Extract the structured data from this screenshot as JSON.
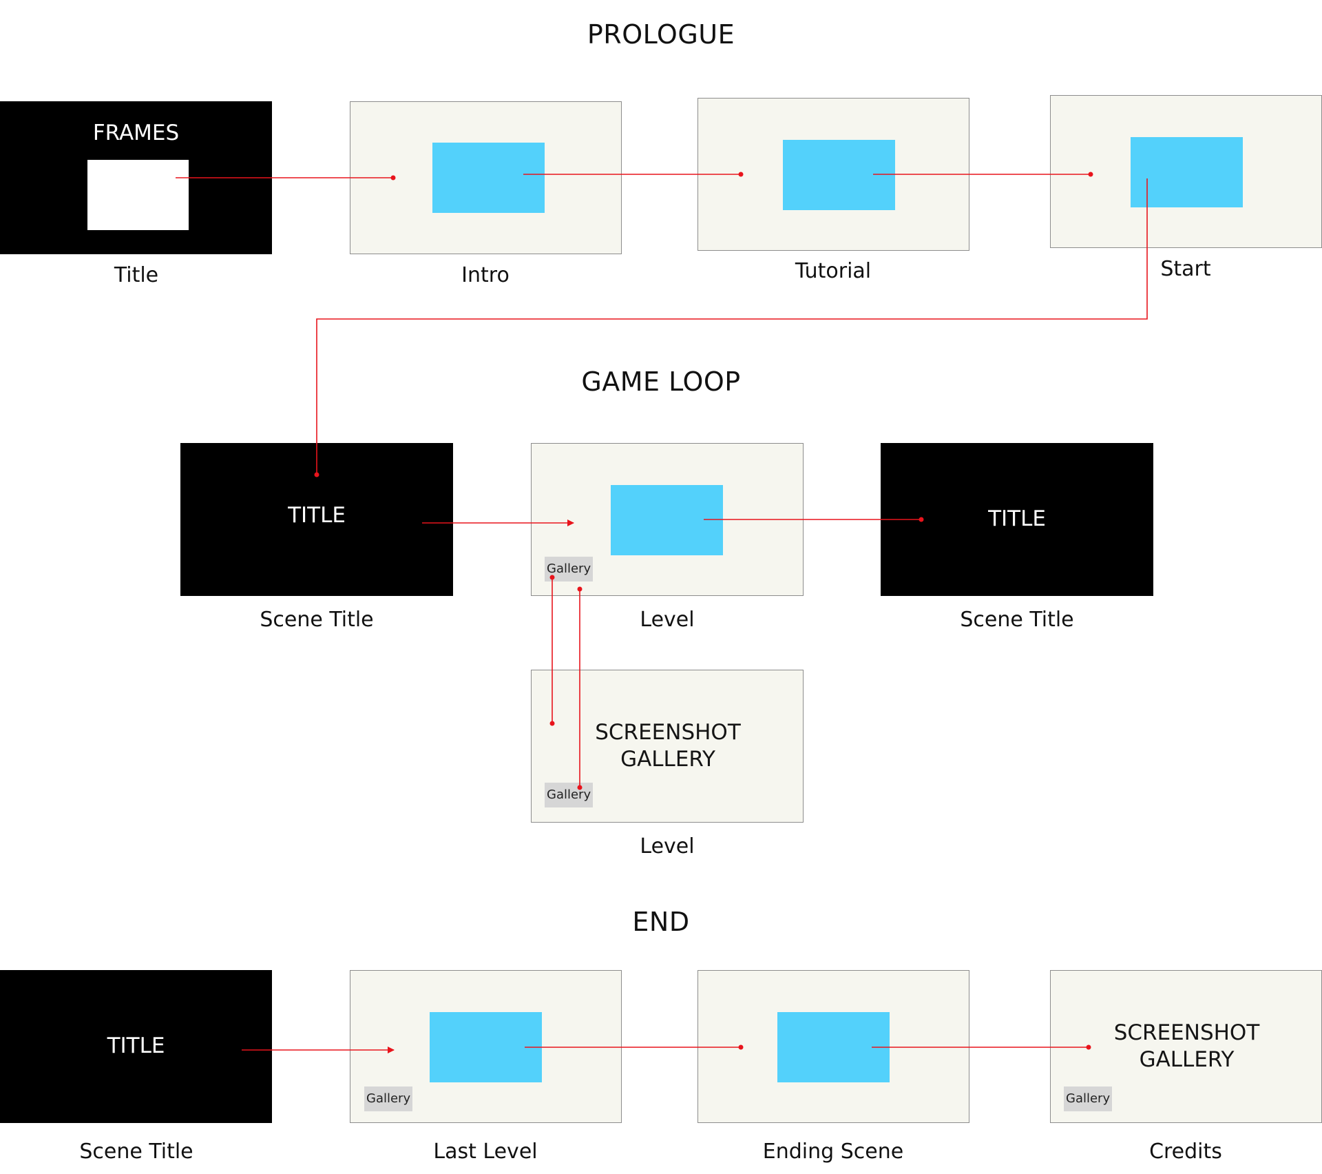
{
  "sections": {
    "prologue": "PROLOGUE",
    "game_loop": "GAME LOOP",
    "end": "END"
  },
  "prologue": {
    "title": {
      "inner_text": "FRAMES",
      "caption": "Title"
    },
    "intro": {
      "caption": "Intro"
    },
    "tutorial": {
      "caption": "Tutorial"
    },
    "start": {
      "caption": "Start"
    }
  },
  "game_loop": {
    "scene_title_1": {
      "inner_text": "TITLE",
      "caption": "Scene Title"
    },
    "level": {
      "gallery_button": "Gallery",
      "caption": "Level"
    },
    "scene_title_2": {
      "inner_text": "TITLE",
      "caption": "Scene Title"
    },
    "screenshot_gallery": {
      "text": "SCREENSHOT\nGALLERY",
      "gallery_button": "Gallery",
      "caption": "Level"
    }
  },
  "end": {
    "scene_title": {
      "inner_text": "TITLE",
      "caption": "Scene Title"
    },
    "last_level": {
      "gallery_button": "Gallery",
      "caption": "Last Level"
    },
    "ending_scene": {
      "caption": "Ending Scene"
    },
    "credits": {
      "text": "SCREENSHOT\nGALLERY",
      "gallery_button": "Gallery",
      "caption": "Credits"
    }
  },
  "colors": {
    "dark_frame": "#000000",
    "light_frame": "#f6f6ef",
    "screen_fill": "#53d1fb",
    "connector": "#e8141c",
    "gallery_button": "#d6d6d6"
  }
}
